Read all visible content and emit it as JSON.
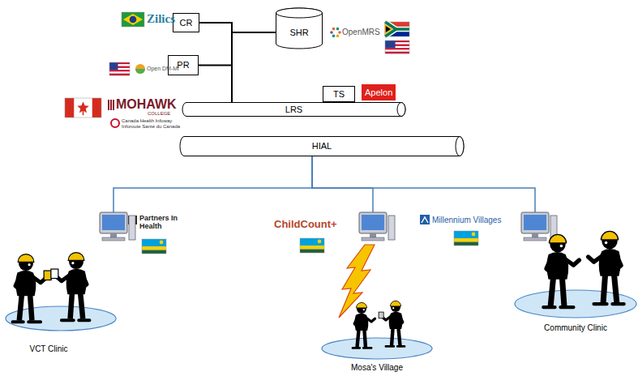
{
  "diagram": {
    "nodes": [
      {
        "text": [
          "CR"
        ]
      },
      {
        "text": [
          "SHR"
        ]
      },
      {
        "text": [
          "PR"
        ]
      },
      {
        "text": [
          "TS"
        ]
      },
      {
        "text": [
          "LRS"
        ]
      },
      {
        "text": [
          "HIAL"
        ]
      },
      {
        "text": [
          "VCT Clinic"
        ]
      },
      {
        "text": [
          "Community Clinic"
        ]
      },
      {
        "text": [
          "Mosa's Village"
        ]
      }
    ],
    "edges": [
      {
        "from": 0,
        "to": 4,
        "arrow": "none"
      },
      {
        "from": 1,
        "to": 4,
        "arrow": "none"
      },
      {
        "from": 2,
        "to": 4,
        "arrow": "none"
      },
      {
        "from": 5,
        "to": 6,
        "arrow": "none"
      },
      {
        "from": 5,
        "to": 7,
        "arrow": "none"
      },
      {
        "from": 5,
        "to": 8,
        "arrow": "none"
      }
    ],
    "labels": [
      "Zilics",
      "Open DM-Mi",
      "OpenMRS",
      "Apelon",
      "MOHAWK",
      "COLLEGE",
      "Canada Health Infoway",
      "Inforoute Santé du Canada",
      "Partners In Health",
      "ChildCount+",
      "Millennium Villages"
    ]
  }
}
